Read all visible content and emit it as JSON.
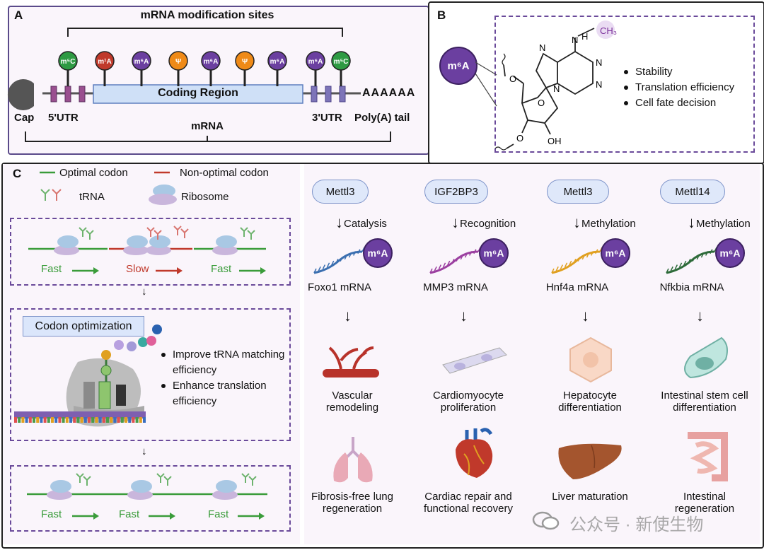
{
  "panel_a": {
    "letter": "A",
    "title": "mRNA modification sites",
    "coding_region": "Coding Region",
    "polya_seq": "AAAAAA",
    "labels": {
      "cap": "Cap",
      "utr5": "5'UTR",
      "utr3": "3'UTR",
      "polya": "Poly(A) tail",
      "mrna": "mRNA"
    },
    "mods": [
      {
        "label": "m⁵C",
        "color": "#2e9a43"
      },
      {
        "label": "m¹A",
        "color": "#c0392b"
      },
      {
        "label": "m⁶A",
        "color": "#6b3fa0"
      },
      {
        "label": "Ψ",
        "color": "#ef8a17"
      },
      {
        "label": "m⁶A",
        "color": "#6b3fa0"
      },
      {
        "label": "Ψ",
        "color": "#ef8a17"
      },
      {
        "label": "m⁶A",
        "color": "#6b3fa0"
      },
      {
        "label": "m⁶A",
        "color": "#6b3fa0"
      },
      {
        "label": "m⁵C",
        "color": "#2e9a43"
      }
    ]
  },
  "panel_b": {
    "letter": "B",
    "badge": "m⁶A",
    "ch3": "CH₃",
    "atoms": {
      "n": "N",
      "h": "H",
      "o": "O",
      "oh": "OH"
    },
    "bullets": [
      "Stability",
      "Translation efficiency",
      "Cell fate decision"
    ]
  },
  "panel_c": {
    "letter": "C",
    "legend": {
      "optimal": "Optimal codon",
      "non_optimal": "Non-optimal codon",
      "trna": "tRNA",
      "ribosome": "Ribosome"
    },
    "speeds_top": [
      "Fast",
      "Slow",
      "Fast"
    ],
    "speeds_bottom": [
      "Fast",
      "Fast",
      "Fast"
    ],
    "codon_box": "Codon optimization",
    "bullets": [
      "Improve tRNA matching efficiency",
      "Enhance translation efficiency"
    ],
    "columns": [
      {
        "enzyme": "Mettl3",
        "action": "Catalysis",
        "target": "Foxo1 mRNA",
        "cell": "Vascular remodeling",
        "outcome": "Fibrosis-free lung regeneration",
        "strand_color": "#3b6fb0"
      },
      {
        "enzyme": "IGF2BP3",
        "action": "Recognition",
        "target": "MMP3 mRNA",
        "cell": "Cardiomyocyte proliferation",
        "outcome": "Cardiac repair and functional recovery",
        "strand_color": "#9b3fa0"
      },
      {
        "enzyme": "Mettl3",
        "action": "Methylation",
        "target": "Hnf4a mRNA",
        "cell": "Hepatocyte differentiation",
        "outcome": "Liver maturation",
        "strand_color": "#e0a020"
      },
      {
        "enzyme": "Mettl14",
        "action": "Methylation",
        "target": "Nfkbia mRNA",
        "cell": "Intestinal stem cell differentiation",
        "outcome": "Intestinal regeneration",
        "strand_color": "#2e6b3a"
      }
    ],
    "m6a_badge": "m⁶A"
  },
  "watermark": "公众号 · 新使生物",
  "colors": {
    "purple": "#6b3fa0",
    "frame_purple": "#5a4a8a",
    "dashed": "#6a4a9a",
    "green": "#3a9c3a",
    "red": "#c0392b",
    "pill_fill": "#dfe8fa",
    "panel_bg": "#faf5fb"
  }
}
